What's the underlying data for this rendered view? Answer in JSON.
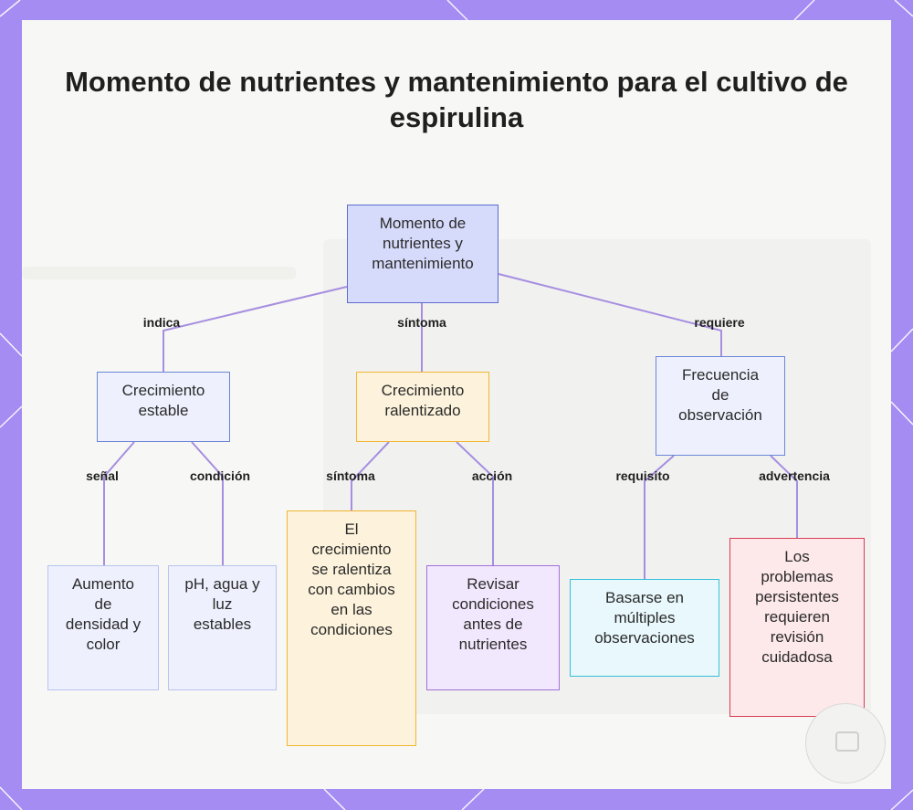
{
  "title": "Momento de nutrientes y mantenimiento para el cultivo de espirulina",
  "colors": {
    "frame": "#a48cf3",
    "panel": "#f7f7f5",
    "line": "#a68ee0"
  },
  "nodes": {
    "root": "Momento de nutrientes y mantenimiento",
    "crecimiento_estable": "Crecimiento estable",
    "crecimiento_ralentizado": "Crecimiento ralentizado",
    "frecuencia_observacion": "Frecuencia de observación",
    "aumento_densidad": "Aumento de densidad y color",
    "ph_agua_luz": "pH, agua y luz estables",
    "crecimiento_se_ralentiza": "El crecimiento se ralentiza con cambios en las condiciones",
    "revisar_condiciones": "Revisar condiciones antes de nutrientes",
    "basarse_observaciones": "Basarse en múltiples observaciones",
    "problemas_persistentes": "Los problemas persistentes requieren revisión cuidadosa"
  },
  "edges": {
    "indica": "indica",
    "sintoma_top": "síntoma",
    "requiere": "requiere",
    "senal": "señal",
    "condicion": "condición",
    "sintoma_mid": "síntoma",
    "accion": "acción",
    "requisito": "requisito",
    "advertencia": "advertencia"
  },
  "icons": {
    "badge": "camera-icon"
  }
}
